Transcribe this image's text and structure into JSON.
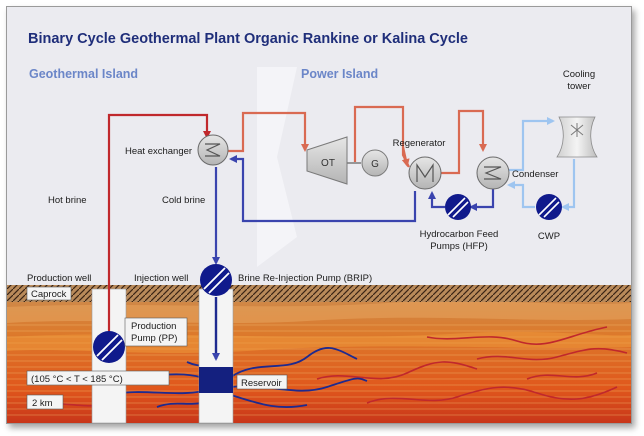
{
  "title": "Binary Cycle Geothermal Plant Organic Rankine or Kalina Cycle",
  "regions": {
    "geothermal": "Geothermal Island",
    "power": "Power Island"
  },
  "components": {
    "heat_exchanger": "Heat exchanger",
    "turbine": "OT",
    "generator": "G",
    "regenerator": "Regenerator",
    "condenser": "Condenser",
    "cooling_tower_line1": "Cooling",
    "cooling_tower_line2": "tower",
    "hfp_line1": "Hydrocarbon Feed",
    "hfp_line2": "Pumps (HFP)",
    "cwp": "CWP",
    "brip": "Brine Re-Injection Pump (BRIP)",
    "pp_line1": "Production",
    "pp_line2": "Pump (PP)"
  },
  "flows": {
    "hot_brine": "Hot brine",
    "cold_brine": "Cold brine"
  },
  "wells": {
    "production": "Production well",
    "injection": "Injection well"
  },
  "geology": {
    "caprock": "Caprock",
    "reservoir": "Reservoir",
    "temperature": "(105 °C < T <  185 °C)",
    "depth": "2 km"
  },
  "colors": {
    "hot": "#c0282c",
    "power_loop": "#d96a52",
    "cold": "#3a44ae",
    "cooling": "#9ec5f0",
    "pump": "#101a8c",
    "title": "#1f2e7a",
    "region": "#6b86c8"
  }
}
